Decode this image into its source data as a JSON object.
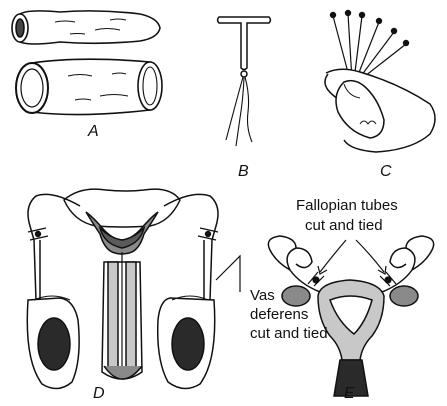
{
  "figure": {
    "panels": [
      {
        "letter": "A",
        "subject": "condoms"
      },
      {
        "letter": "B",
        "subject": "copper-t"
      },
      {
        "letter": "C",
        "subject": "implants"
      },
      {
        "letter": "D",
        "subject": "vasectomy"
      },
      {
        "letter": "E",
        "subject": "tubectomy"
      }
    ],
    "annotations": {
      "tubectomy_line1": "Fallopian tubes",
      "tubectomy_line2": "cut and tied",
      "vasectomy_line1": "Vas",
      "vasectomy_line2": "deferens",
      "vasectomy_line3": "cut and tied"
    },
    "colors": {
      "ink": "#111111",
      "dark_fill": "#2a2a2a",
      "mid_fill": "#8a8a8a",
      "light_fill": "#c8c8c8",
      "background": "#ffffff"
    }
  }
}
